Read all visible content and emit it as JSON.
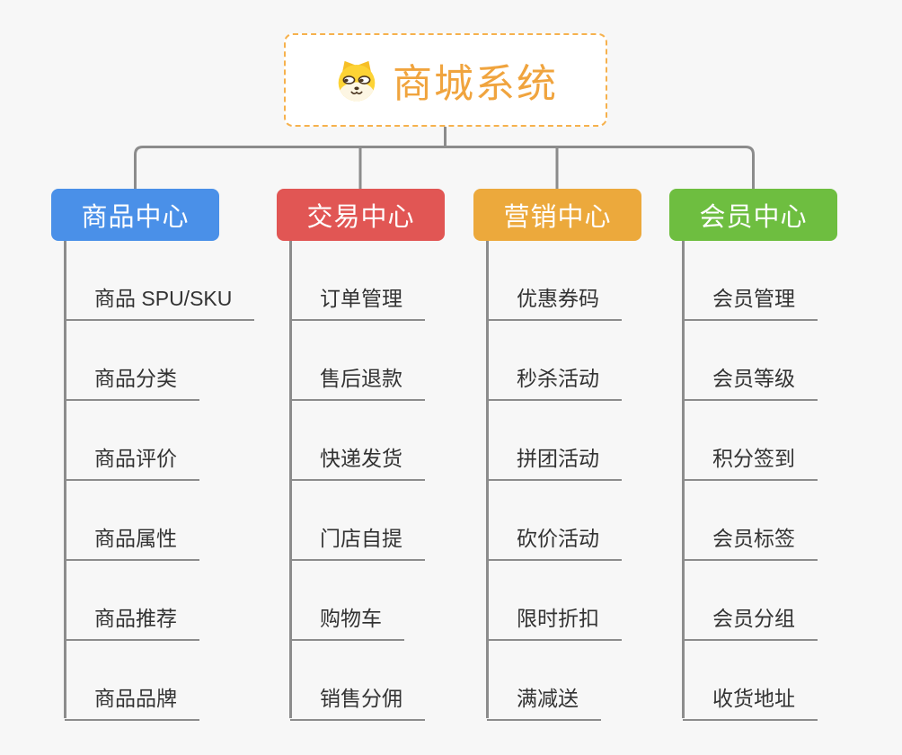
{
  "root": {
    "title": "商城系统",
    "icon": "dog-face-icon"
  },
  "colors": {
    "background": "#f7f7f7",
    "connector": "#8c8c8c",
    "leaf_text": "#333333",
    "root_text": "#f0a43e",
    "root_border": "#f6b14d",
    "node_text": "#ffffff"
  },
  "branches": [
    {
      "label": "商品中心",
      "color": "#4a90e8",
      "children": [
        "商品 SPU/SKU",
        "商品分类",
        "商品评价",
        "商品属性",
        "商品推荐",
        "商品品牌"
      ]
    },
    {
      "label": "交易中心",
      "color": "#e15654",
      "children": [
        "订单管理",
        "售后退款",
        "快递发货",
        "门店自提",
        "购物车",
        "销售分佣"
      ]
    },
    {
      "label": "营销中心",
      "color": "#eca93c",
      "children": [
        "优惠券码",
        "秒杀活动",
        "拼团活动",
        "砍价活动",
        "限时折扣",
        "满减送"
      ]
    },
    {
      "label": "会员中心",
      "color": "#6ebe40",
      "children": [
        "会员管理",
        "会员等级",
        "积分签到",
        "会员标签",
        "会员分组",
        "收货地址"
      ]
    }
  ]
}
